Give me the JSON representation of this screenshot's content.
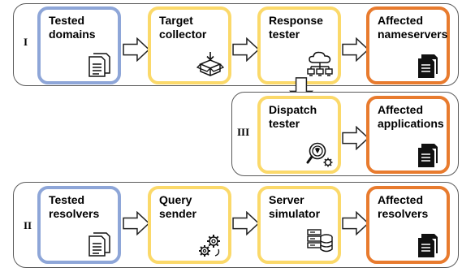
{
  "rows": [
    {
      "id": "I",
      "label": "I",
      "boxes": [
        {
          "title": "Tested\ndomains",
          "icon": "document-icon"
        },
        {
          "title": "Target\ncollector",
          "icon": "box-download-icon"
        },
        {
          "title": "Response\ntester",
          "icon": "cloud-network-icon"
        },
        {
          "title": "Affected\nnameservers",
          "icon": "document-filled-icon"
        }
      ]
    },
    {
      "id": "III",
      "label": "III",
      "boxes": [
        {
          "title": "Dispatch\ntester",
          "icon": "magnifier-gear-icon"
        },
        {
          "title": "Affected\napplications",
          "icon": "document-filled-icon"
        }
      ]
    },
    {
      "id": "II",
      "label": "II",
      "boxes": [
        {
          "title": "Tested\nresolvers",
          "icon": "document-icon"
        },
        {
          "title": "Query\nsender",
          "icon": "gears-icon"
        },
        {
          "title": "Server\nsimulator",
          "icon": "server-database-icon"
        },
        {
          "title": "Affected\nresolvers",
          "icon": "document-filled-icon"
        }
      ]
    }
  ],
  "colors": {
    "input": "#8ea6d8",
    "process": "#fbd96a",
    "output": "#e87b2e",
    "frame": "#5a5a5a"
  }
}
